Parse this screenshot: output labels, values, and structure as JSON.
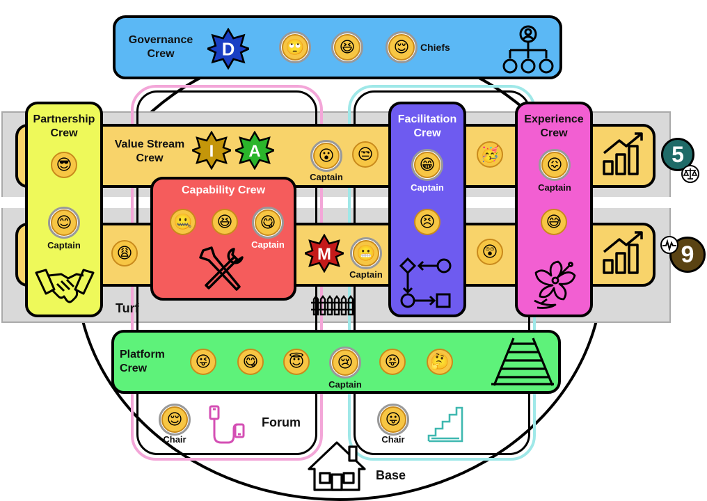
{
  "crews": {
    "governance": {
      "label": "Governance\nCrew",
      "badge": "D",
      "role": "Chiefs",
      "color": "#5bb8f5"
    },
    "value_stream": {
      "label": "Value Stream\nCrew",
      "badges": [
        "I",
        "A"
      ],
      "role": "Captain",
      "color": "#f8d36a"
    },
    "partnership": {
      "label": "Partnership\nCrew",
      "role": "Captain",
      "color": "#eef95a"
    },
    "capability": {
      "label": "Capability Crew",
      "role": "Captain",
      "color": "#f55c5c"
    },
    "facilitation": {
      "label": "Facilitation\nCrew",
      "role": "Captain",
      "color": "#6e5bf0"
    },
    "experience": {
      "label": "Experience\nCrew",
      "role": "Captain",
      "color": "#f25fd2"
    },
    "platform": {
      "label": "Platform\nCrew",
      "role": "Captain",
      "color": "#5ef27a"
    },
    "middle_stream": {
      "badge": "M",
      "role": "Captain"
    }
  },
  "areas": {
    "turf": "Turf",
    "forum": "Forum",
    "base": "Base",
    "forum_chair": "Chair",
    "right_chair": "Chair"
  },
  "counters": {
    "top": "5",
    "bottom": "9"
  },
  "icons": {
    "governance": "org-chart-icon",
    "partnership": "handshake-icon",
    "capability": "tools-icon",
    "facilitation": "flow-icon",
    "experience": "hibiscus-icon",
    "platform": "railway-icon",
    "value_stream": "bar-chart-icon",
    "turf": "fence-icon",
    "forum": "cable-icon",
    "right_room": "stairs-icon",
    "base": "house-icon",
    "top_counter": "scales-icon",
    "bottom_counter": "pulse-icon"
  },
  "colors": {
    "turf_band": "#d9d9d9",
    "badge_blue": "#1a3fc4",
    "badge_gold": "#c4960a",
    "badge_green": "#2bb52b",
    "badge_red": "#c41a1a",
    "counter_teal": "#1f6b68",
    "counter_brown": "#5a4313",
    "face": "#f7c644"
  }
}
